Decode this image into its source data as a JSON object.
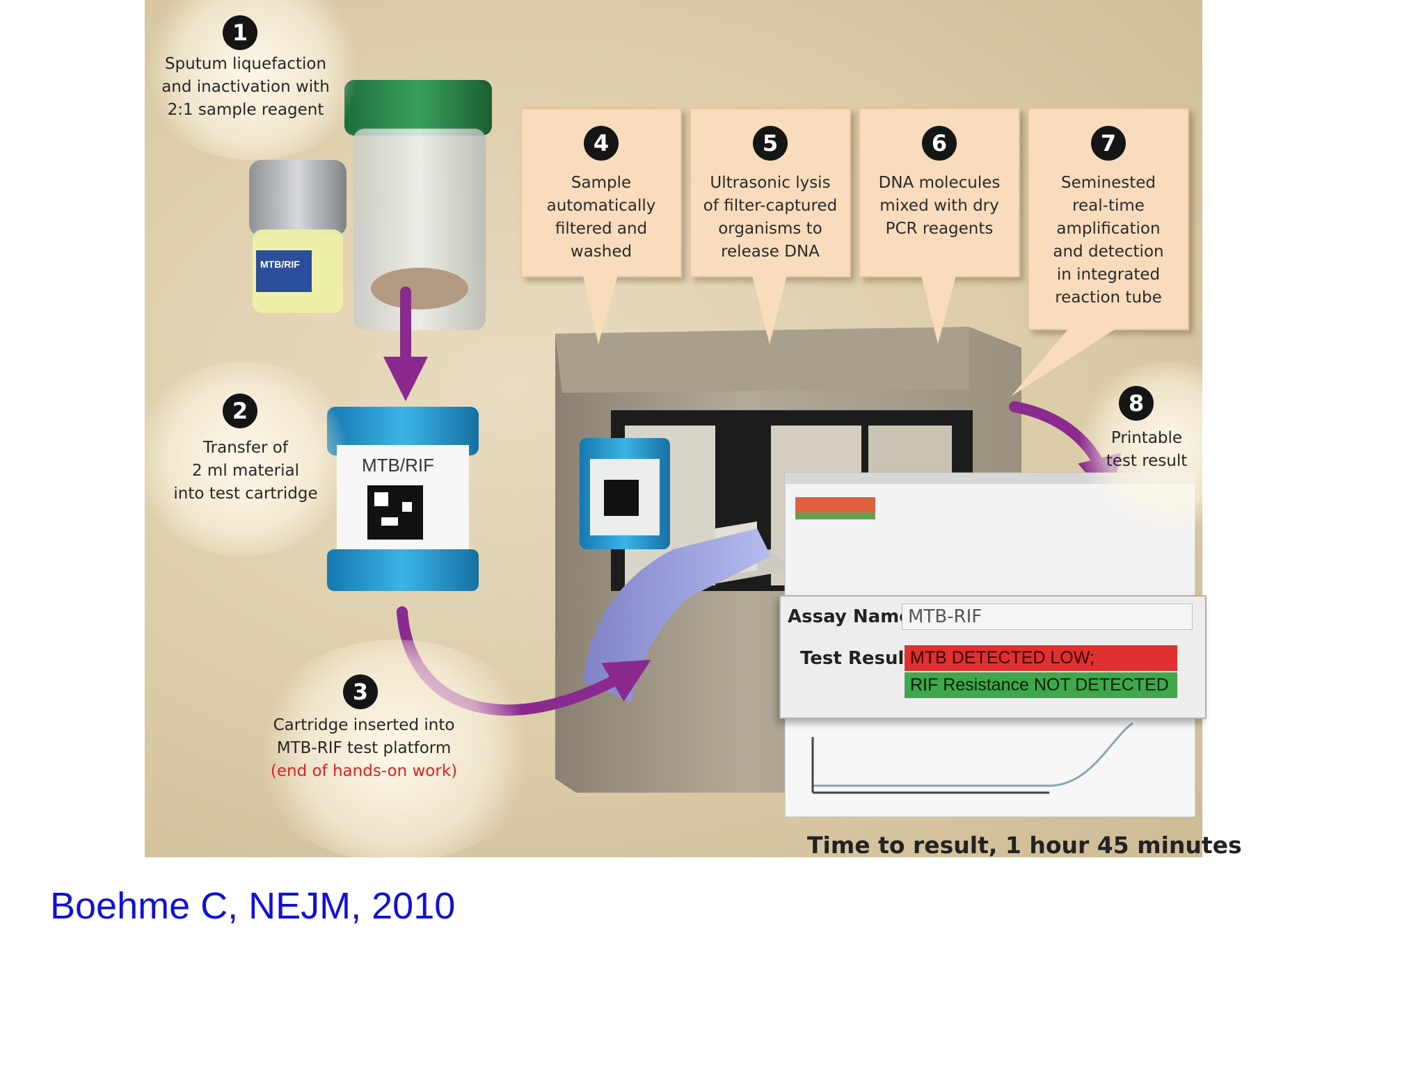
{
  "steps": [
    {
      "num": "1",
      "text": [
        "Sputum liquefaction",
        "and inactivation with",
        "2:1 sample reagent"
      ]
    },
    {
      "num": "2",
      "text": [
        "Transfer of",
        "2 ml material",
        "into test cartridge"
      ]
    },
    {
      "num": "3",
      "text": [
        "Cartridge inserted into",
        "MTB-RIF test platform"
      ],
      "note": "(end of hands-on work)"
    },
    {
      "num": "4",
      "text": [
        "Sample",
        "automatically",
        "filtered and",
        "washed"
      ]
    },
    {
      "num": "5",
      "text": [
        "Ultrasonic lysis",
        "of filter-captured",
        "organisms to",
        "release DNA"
      ]
    },
    {
      "num": "6",
      "text": [
        "DNA molecules",
        "mixed with dry",
        "PCR reagents"
      ]
    },
    {
      "num": "7",
      "text": [
        "Seminested",
        "real-time",
        "amplification",
        "and detection",
        "in integrated",
        "reaction tube"
      ]
    },
    {
      "num": "8",
      "text": [
        "Printable",
        "test result"
      ]
    }
  ],
  "cartridge_label": "MTB/RIF",
  "reagent_label": "MTB/RIF",
  "result_panel": {
    "assay_label": "Assay Name",
    "assay_value": "MTB-RIF",
    "result_label": "Test Result",
    "result_line1": "MTB DETECTED LOW;",
    "result_line2": "RIF Resistance NOT DETECTED"
  },
  "time_to_result": "Time to result, 1 hour 45 minutes",
  "citation": "Boehme C, NEJM, 2010",
  "colors": {
    "arrow": "#8a2a8e",
    "callout": "#f9dcbc",
    "cartridge": "#2fa6d8",
    "citation": "#1010d8",
    "result_red": "#e03030",
    "result_green": "#3fa84c"
  }
}
